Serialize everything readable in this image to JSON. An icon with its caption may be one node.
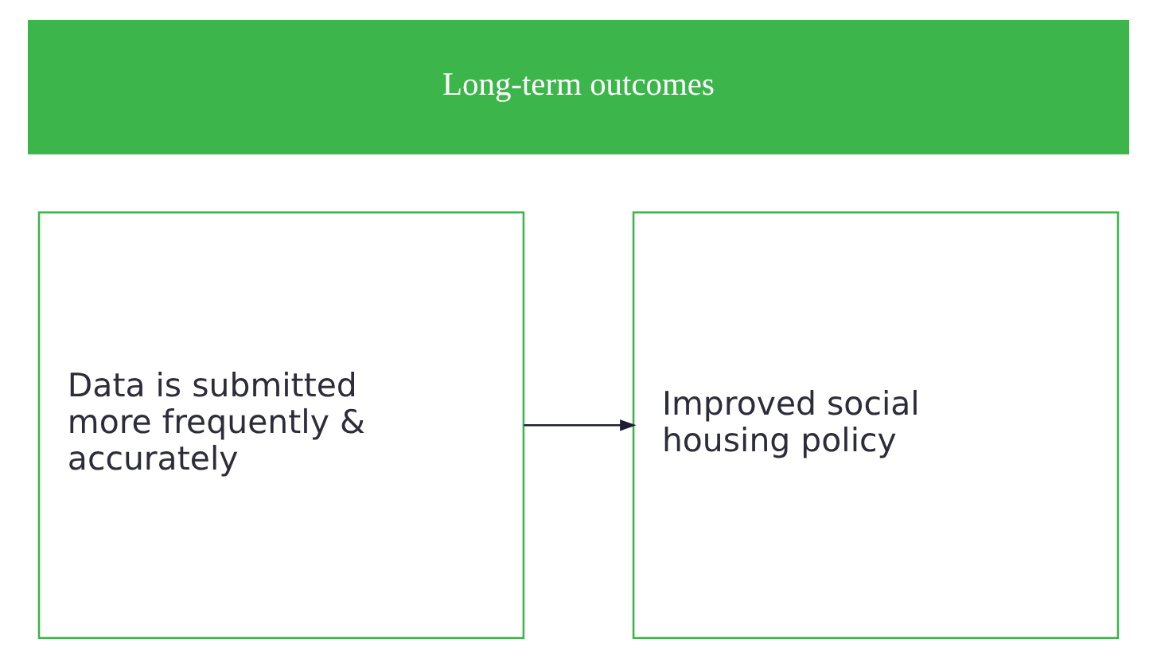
{
  "diagram": {
    "nodes": [
      {
        "text": [
          "Long-term outcomes"
        ]
      },
      {
        "text": [
          "Data is submitted more frequently & accurately"
        ]
      },
      {
        "text": [
          "Improved social housing policy"
        ]
      }
    ],
    "edges": [
      {
        "from": 1,
        "to": 2,
        "arrow": "to"
      }
    ]
  }
}
